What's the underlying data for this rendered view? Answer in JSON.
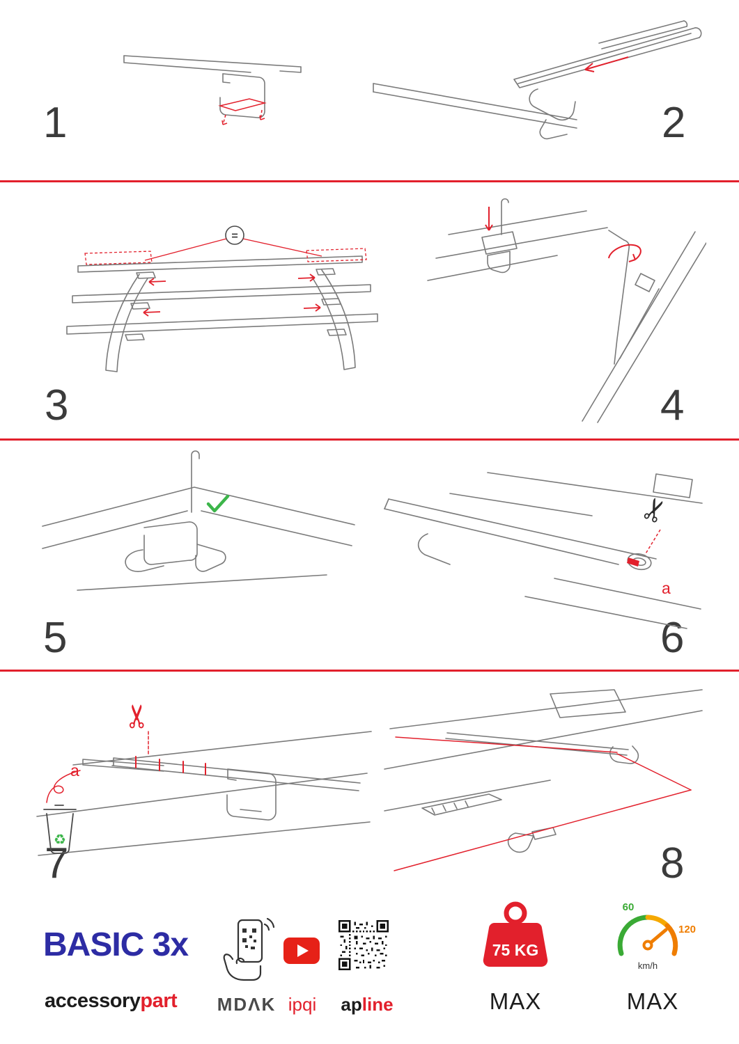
{
  "accent": "#e2202c",
  "icons": {
    "scissors": "✂",
    "recycle": "♻"
  },
  "steps": [
    {
      "number": "1"
    },
    {
      "number": "2"
    },
    {
      "number": "3",
      "annotation": "="
    },
    {
      "number": "4"
    },
    {
      "number": "5"
    },
    {
      "number": "6",
      "label": "a"
    },
    {
      "number": "7",
      "label": "a"
    },
    {
      "number": "8"
    }
  ],
  "footer": {
    "product": "BASIC 3x",
    "brand": {
      "black": "accessory",
      "red": "part"
    },
    "partners": {
      "mdak": "MDΛK",
      "ipqi": "ipqi",
      "apline_black": "ap",
      "apline_red": "line"
    },
    "weight": {
      "value": "75 KG",
      "max": "MAX"
    },
    "speed": {
      "tick_low": "60",
      "tick_high": "120",
      "unit": "km/h",
      "max": "MAX"
    }
  }
}
